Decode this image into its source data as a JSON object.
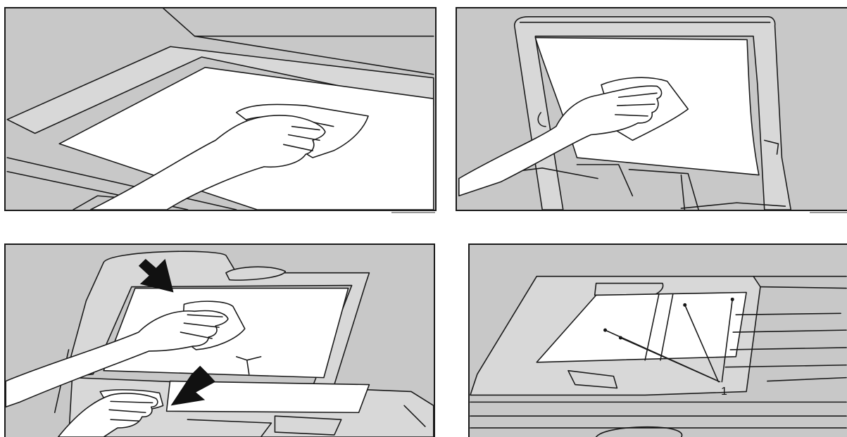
{
  "panels": [
    {
      "name": "clean-exposure-glass",
      "icons": [
        "hand-icon",
        "cloth-icon",
        "exposure-glass-icon"
      ]
    },
    {
      "name": "clean-platen-cover",
      "icons": [
        "hand-icon",
        "cloth-icon",
        "platen-cover-icon"
      ]
    },
    {
      "name": "clean-adf-and-scanning-glass",
      "icons": [
        "hand-icon",
        "cloth-icon",
        "arrow-icon",
        "adf-icon"
      ]
    },
    {
      "name": "adf-callout",
      "icons": [
        "adf-icon",
        "leader-line-icon"
      ]
    }
  ],
  "callout_label": "1",
  "colors": {
    "panel_bg": "#c8c8c8",
    "line": "#1a1a1a",
    "paper": "#ffffff"
  }
}
